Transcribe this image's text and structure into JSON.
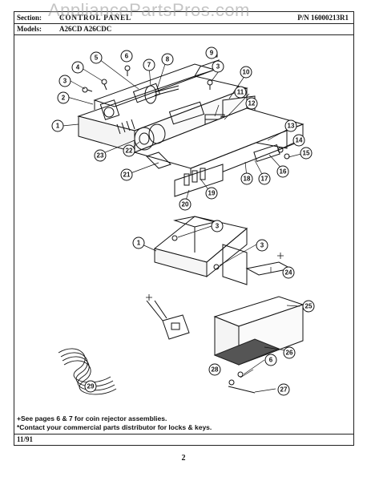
{
  "watermark": "AppliancePartsPros.com",
  "header": {
    "section_label": "Section:",
    "section_value": "CONTROL PANEL",
    "part_number": "P/N 16000213R1",
    "models_label": "Models:",
    "models_value": "A26CD  A26CDC"
  },
  "callouts": [
    "1",
    "2",
    "3",
    "4",
    "5",
    "6",
    "7",
    "8",
    "9",
    "10",
    "11",
    "12",
    "13",
    "14",
    "15",
    "16",
    "17",
    "18",
    "19",
    "20",
    "21",
    "22",
    "23",
    "24",
    "25",
    "26",
    "27",
    "28",
    "29"
  ],
  "notes": [
    "+See pages 6 & 7 for coin rejector assemblies.",
    "*Contact your commercial parts distributor for locks & keys."
  ],
  "footer": {
    "date": "11/91",
    "page": "2"
  }
}
